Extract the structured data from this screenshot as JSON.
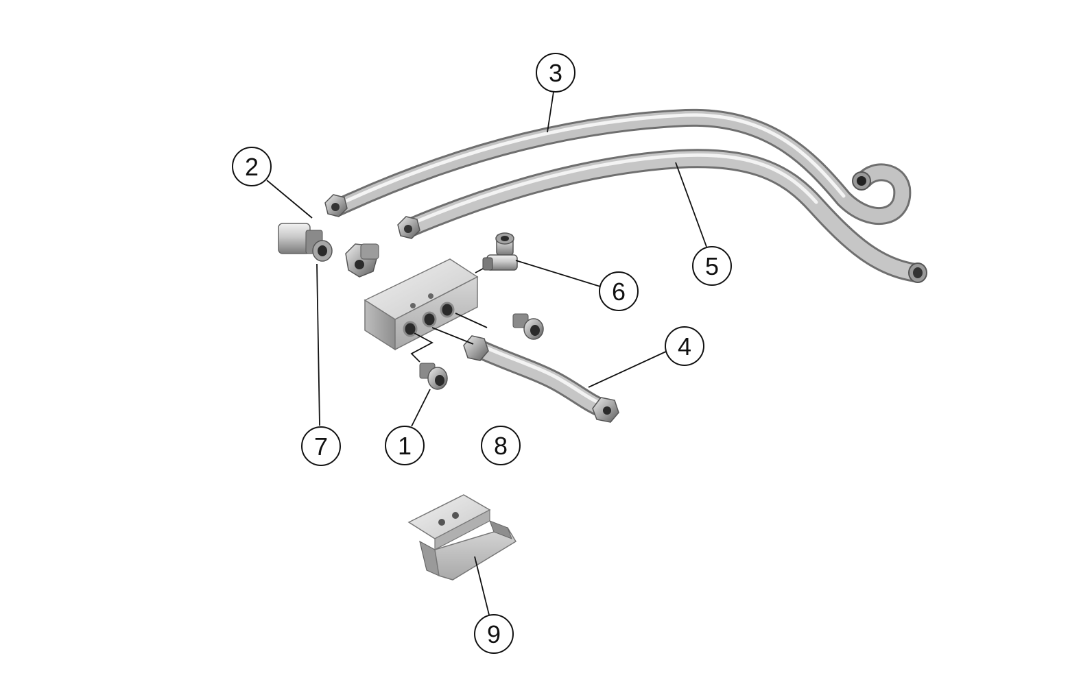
{
  "diagram": {
    "callouts": [
      {
        "id": "1",
        "label": "1"
      },
      {
        "id": "2",
        "label": "2"
      },
      {
        "id": "3",
        "label": "3"
      },
      {
        "id": "4",
        "label": "4"
      },
      {
        "id": "5",
        "label": "5"
      },
      {
        "id": "6",
        "label": "6"
      },
      {
        "id": "7",
        "label": "7"
      },
      {
        "id": "8",
        "label": "8"
      },
      {
        "id": "9",
        "label": "9"
      }
    ],
    "colors": {
      "background": "#ffffff",
      "steel_light": "#e9e9e9",
      "steel_mid": "#b9b9b9",
      "steel_dark": "#6f6f6f",
      "line": "#111111"
    }
  }
}
